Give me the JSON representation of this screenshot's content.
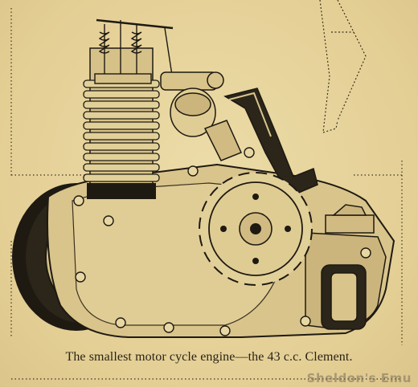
{
  "caption": "The smallest motor cycle engine—the 43 c.c. Clement.",
  "watermark": "Sheldon's Emu",
  "colors": {
    "paper": "#e7d49c",
    "ink": "#2a2418",
    "engine_body": "#d9c48b",
    "shadow": "#1e1a12"
  },
  "subject": "engine-illustration"
}
